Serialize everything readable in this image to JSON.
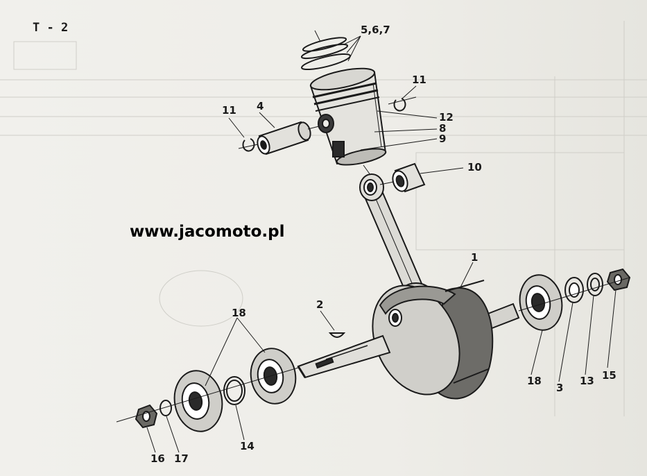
{
  "sheet_code": "T - 2",
  "website": "www.jacomoto.pl",
  "callouts": {
    "c_5_6_7": "5,6,7",
    "c_11_top": "11",
    "c_11_left": "11",
    "c_4": "4",
    "c_12": "12",
    "c_8": "8",
    "c_9": "9",
    "c_10": "10",
    "c_1": "1",
    "c_2": "2",
    "c_18_left": "18",
    "c_18_right": "18",
    "c_3": "3",
    "c_13": "13",
    "c_15": "15",
    "c_14": "14",
    "c_16": "16",
    "c_17": "17"
  },
  "colors": {
    "ink": "#1a1a1a",
    "paper": "#eeede8"
  }
}
